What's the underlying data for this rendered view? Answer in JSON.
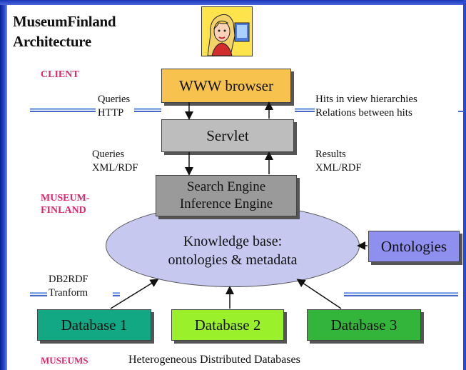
{
  "title": {
    "line1": "MuseumFinland",
    "line2": "Architecture"
  },
  "layers": {
    "client": "CLIENT",
    "museum_line1": "MUSEUM-",
    "museum_line2": "FINLAND",
    "museums": "MUSEUMS",
    "museums_caption": "Heterogeneous Distributed Databases"
  },
  "boxes": {
    "browser": "WWW browser",
    "servlet": "Servlet",
    "engine_line1": "Search Engine",
    "engine_line2": "Inference Engine",
    "kb_line1": "Knowledge base:",
    "kb_line2": "ontologies & metadata",
    "ontologies": "Ontologies",
    "db1": "Database 1",
    "db2": "Database 2",
    "db3": "Database 3"
  },
  "annotations": {
    "queries_http_1": "Queries",
    "queries_http_2": "HTTP",
    "hits_1": "Hits in view hierarchies",
    "hits_2": "Relations between hits",
    "queries_xml_1": "Queries",
    "queries_xml_2": "XML/RDF",
    "results_1": "Results",
    "results_2": "XML/RDF",
    "db2rdf_1": "DB2RDF",
    "db2rdf_2": "Tranform"
  },
  "colors": {
    "browser": "#f7c24d",
    "servlet": "#bdbdbd",
    "engine": "#9a9a9a",
    "ellipse": "#c6c8f0",
    "ontologies": "#8f8ff0",
    "db1": "#11a883",
    "db2": "#9af02a",
    "db3": "#32b53a",
    "layer_label": "#e0256b",
    "separator": "#8fb0e6"
  }
}
